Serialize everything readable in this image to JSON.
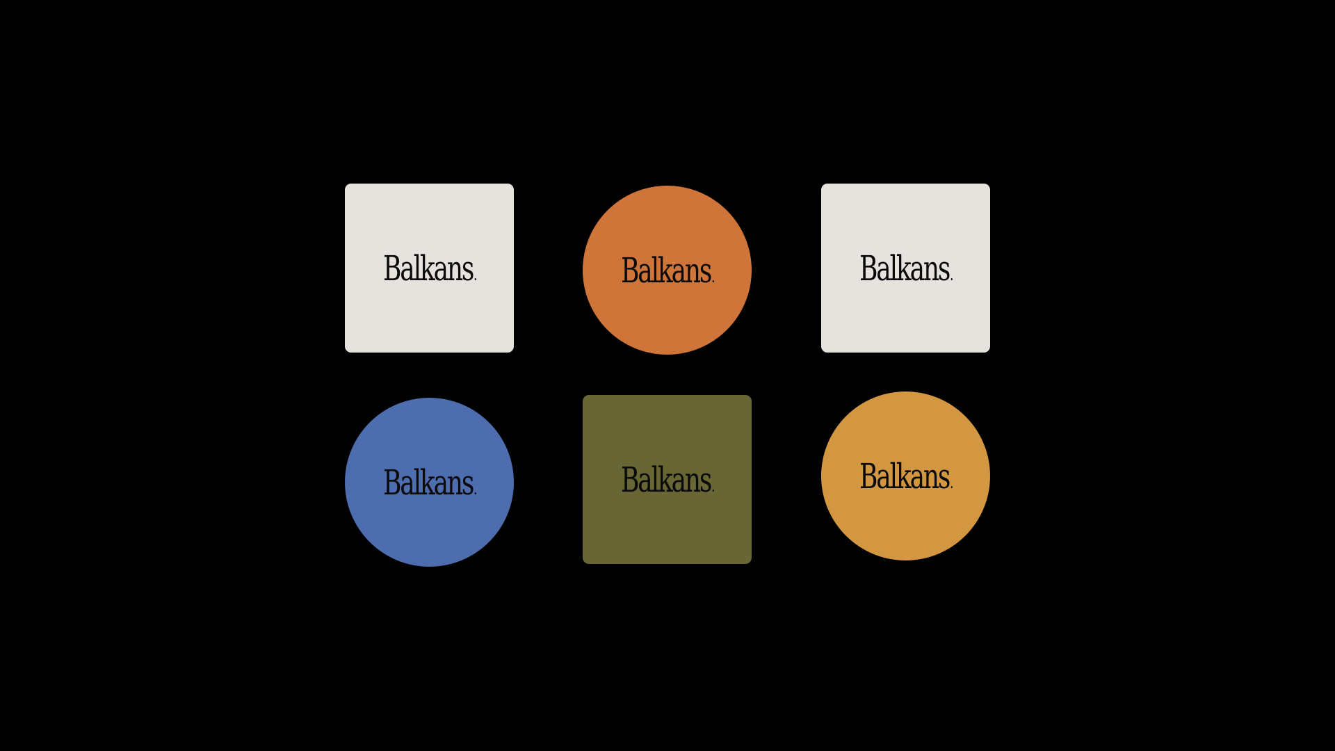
{
  "tiles": [
    {
      "id": "tile-1",
      "shape": "square",
      "color": "#E6E3DF",
      "label": "Balkans"
    },
    {
      "id": "tile-2",
      "shape": "circle",
      "color": "#CF753A",
      "label": "Balkans"
    },
    {
      "id": "tile-3",
      "shape": "square",
      "color": "#E6E3DF",
      "label": "Balkans"
    },
    {
      "id": "tile-4",
      "shape": "circle",
      "color": "#4E6DAE",
      "label": "Balkans"
    },
    {
      "id": "tile-5",
      "shape": "square",
      "color": "#676634",
      "label": "Balkans"
    },
    {
      "id": "tile-6",
      "shape": "circle",
      "color": "#D39741",
      "label": "Balkans"
    }
  ]
}
